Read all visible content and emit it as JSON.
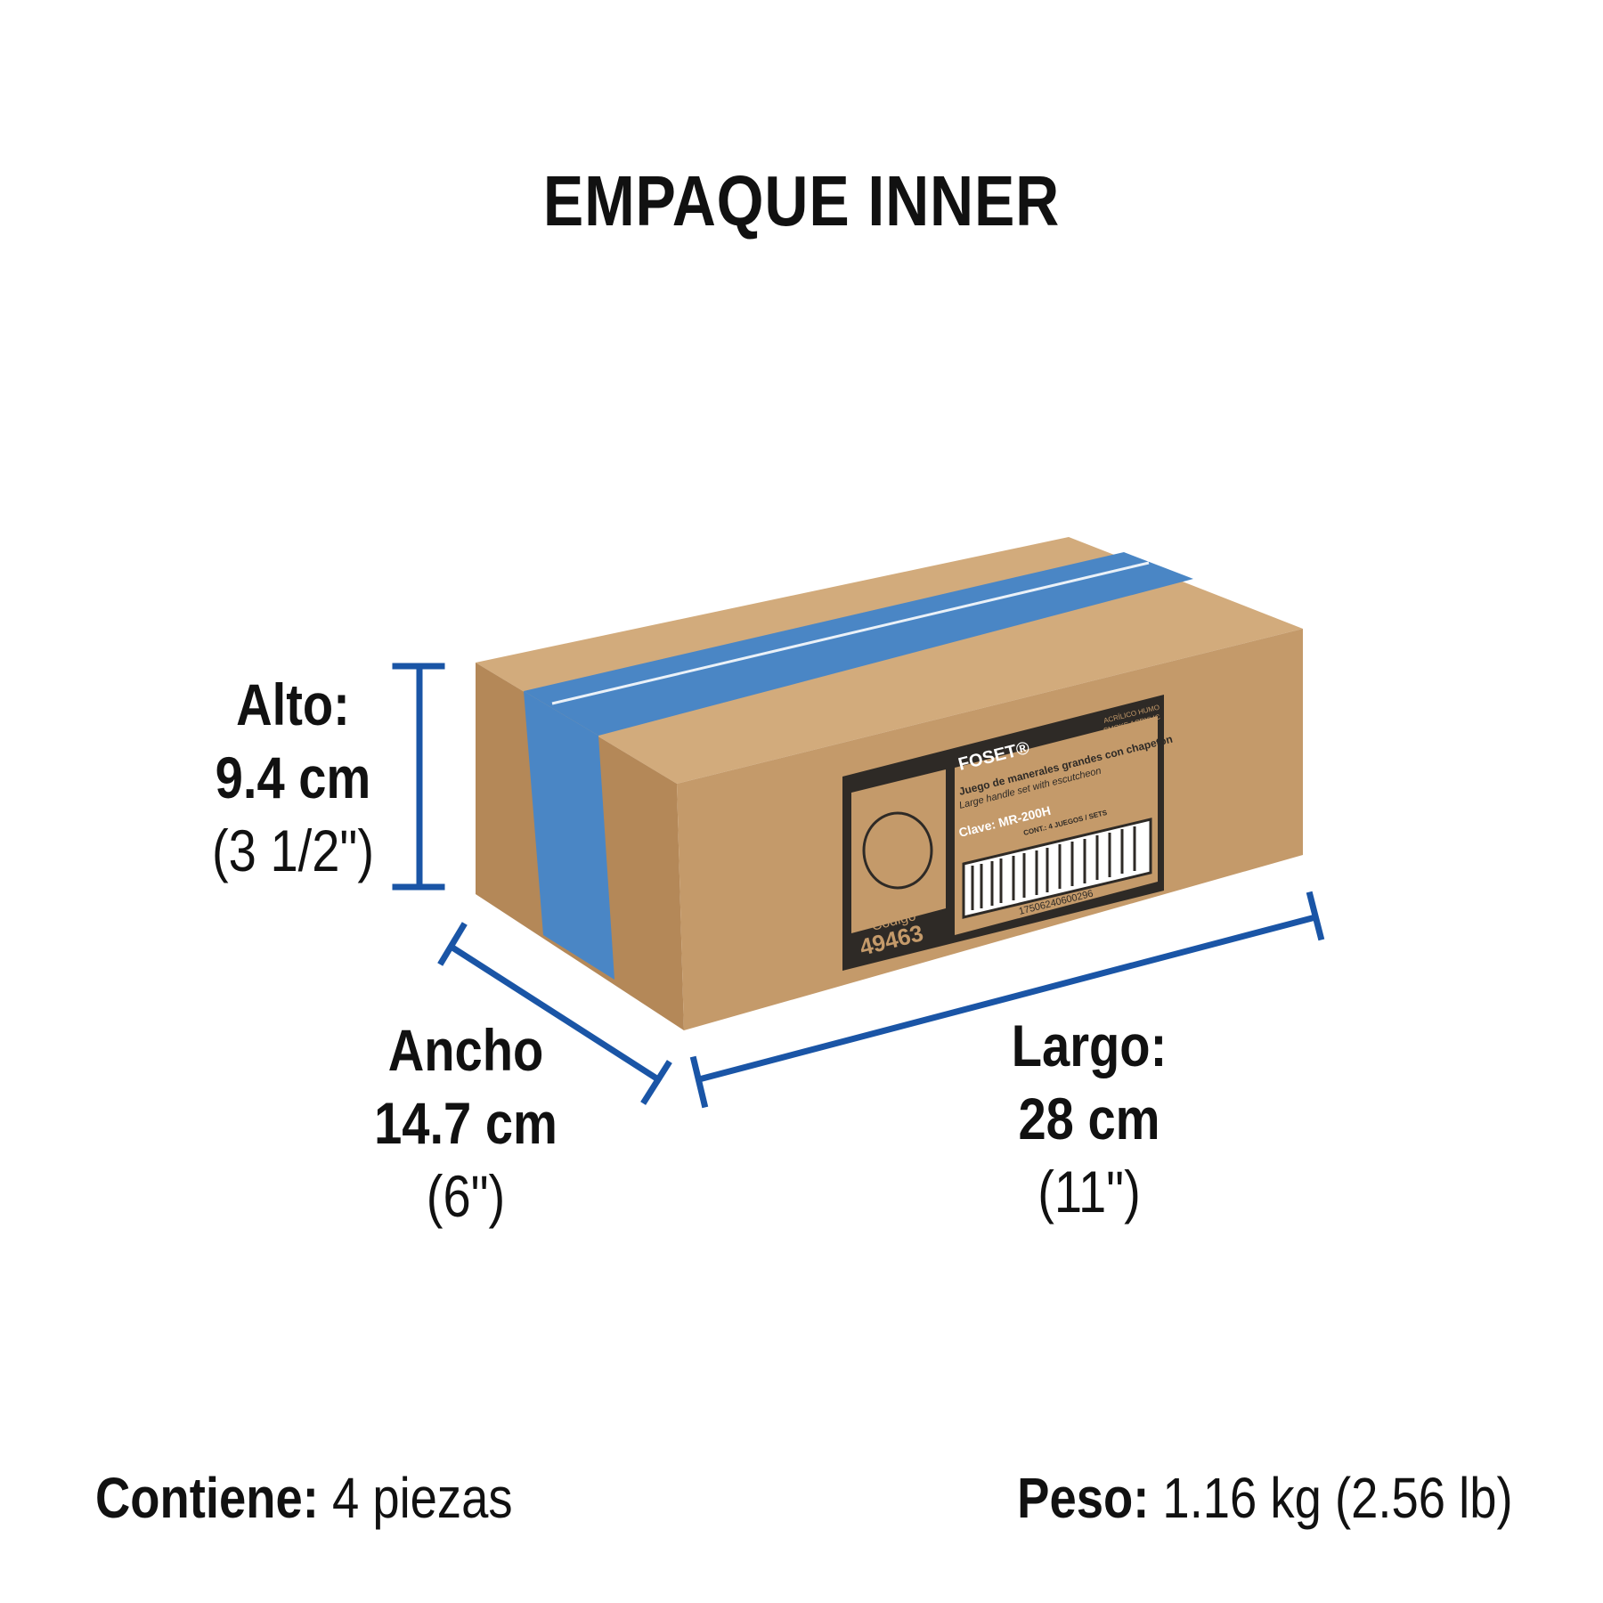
{
  "title": "EMPAQUE INNER",
  "dimensions": {
    "alto": {
      "label": "Alto:",
      "metric": "9.4 cm",
      "imperial": "(3 1/2\")"
    },
    "ancho": {
      "label": "Ancho",
      "metric": "14.7 cm",
      "imperial": "(6\")"
    },
    "largo": {
      "label": "Largo:",
      "metric": "28 cm",
      "imperial": "(11\")"
    }
  },
  "contents": {
    "label": "Contiene:",
    "value": "4 piezas"
  },
  "weight": {
    "label": "Peso:",
    "value": "1.16 kg (2.56 lb)"
  },
  "box_label": {
    "brand": "FOSET®",
    "material_es": "ACRÍLICO HUMO",
    "material_en": "SMOKE ACRYLIC",
    "product_es": "Juego de manerales grandes con chapetón",
    "product_en": "Large handle set with escutcheon",
    "clave_label": "Clave:",
    "clave": "MR-200H",
    "cont": "CONT.: 4 JUEGOS / SETS",
    "barcode": "17506240600296",
    "codigo_label": "Código",
    "codigo": "49463"
  },
  "colors": {
    "accent": "#1a55a6",
    "cardboard": "#c49a6a",
    "tape": "#4a86c5"
  }
}
